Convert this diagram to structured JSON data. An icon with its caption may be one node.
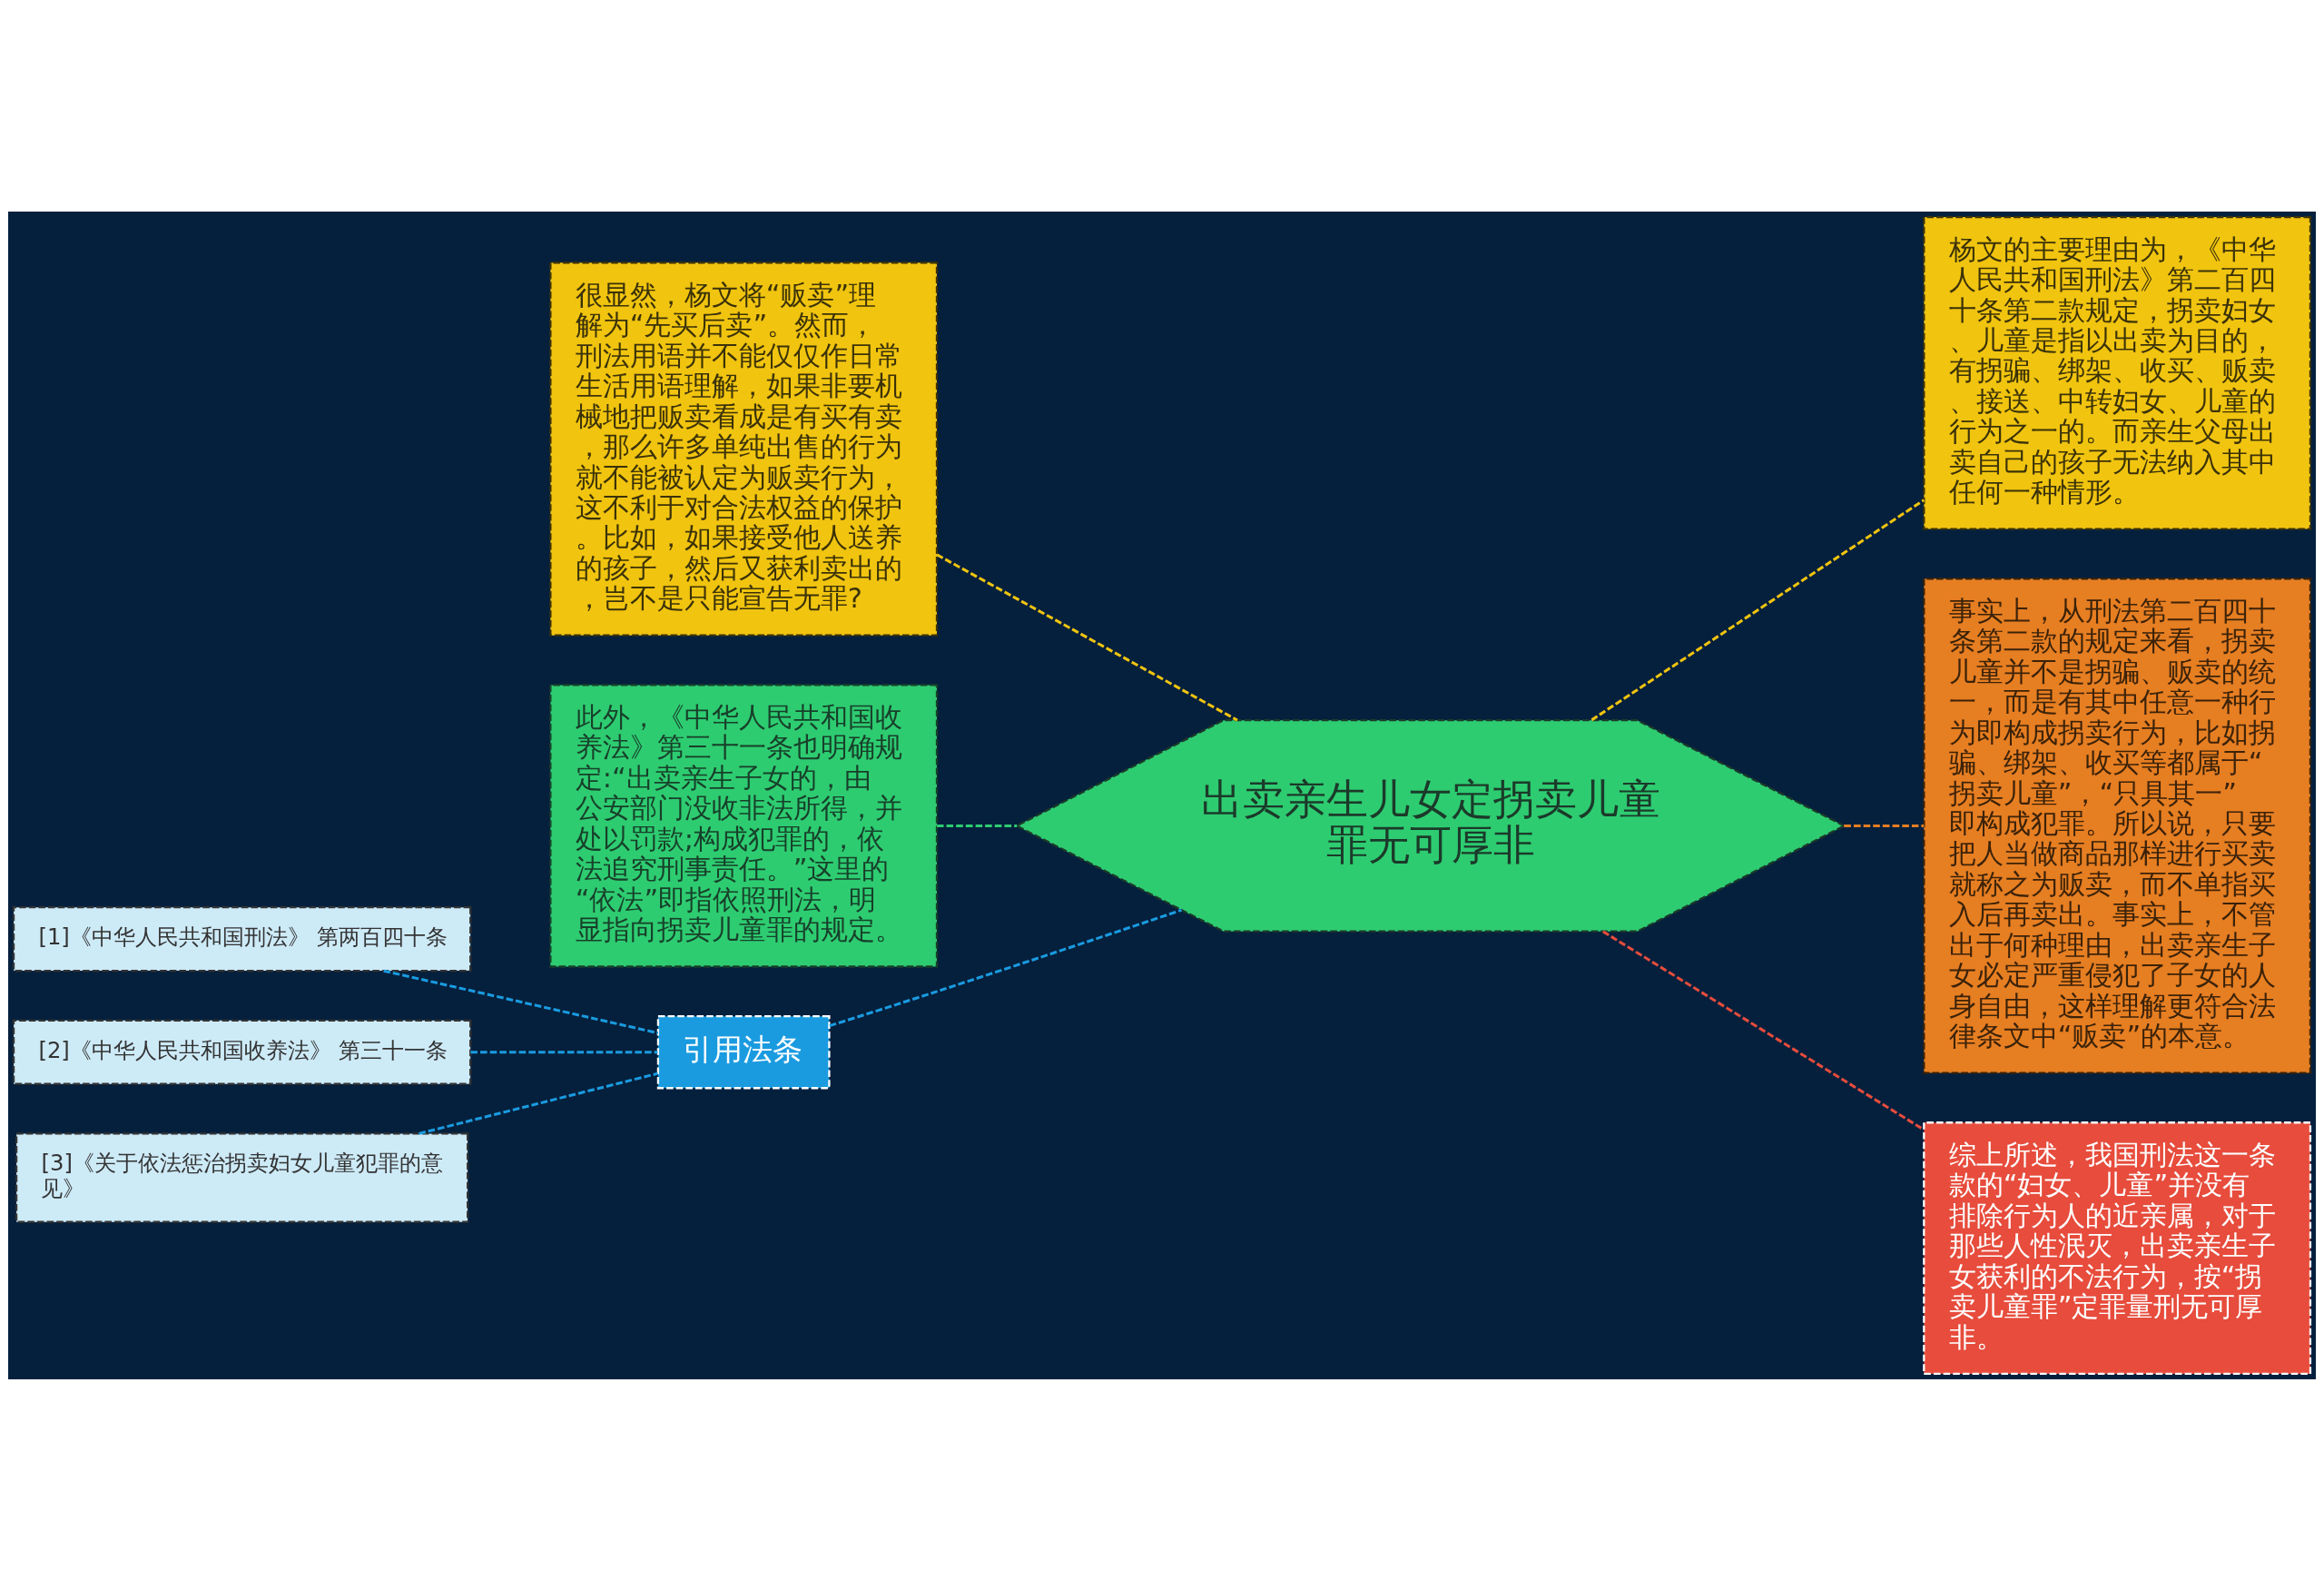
{
  "diagram": {
    "nodes": [
      {
        "text": [
          "出卖亲生儿女定拐卖儿童罪无可厚非"
        ]
      },
      {
        "text": [
          "很显然，杨文将“贩卖”理解为“先买后卖”。然而，刑法用语并不能仅仅作日常生活用语理解，如果非要机械地把贩卖看成是有买有卖，那么许多单纯出售的行为就不能被认定为贩卖行为，这不利于对合法权益的保护。比如，如果接受他人送养的孩子，然后又获利卖出的，岂不是只能宣告无罪?"
        ]
      },
      {
        "text": [
          "此外，《中华人民共和国收养法》第三十一条也明确规定:“出卖亲生子女的，由公安部门没收非法所得，并处以罚款;构成犯罪的，依法追究刑事责任。”这里的“依法”即指依照刑法，明显指向拐卖儿童罪的规定。"
        ]
      },
      {
        "text": [
          "引用法条"
        ]
      },
      {
        "text": [
          "[1]《中华人民共和国刑法》 第两百四十条"
        ]
      },
      {
        "text": [
          "[2]《中华人民共和国收养法》 第三十一条"
        ]
      },
      {
        "text": [
          "[3]《关于依法惩治拐卖妇女儿童犯罪的意见》"
        ]
      },
      {
        "text": [
          "杨文的主要理由为，《中华人民共和国刑法》第二百四十条第二款规定，拐卖妇女、儿童是指以出卖为目的，有拐骗、绑架、收买、贩卖、接送、中转妇女、儿童的行为之一的。而亲生父母出卖自己的孩子无法纳入其中任何一种情形。"
        ]
      },
      {
        "text": [
          "事实上，从刑法第二百四十条第二款的规定来看，拐卖儿童并不是拐骗、贩卖的统一，而是有其中任意一种行为即构成拐卖行为，比如拐骗、绑架、收买等都属于“拐卖儿童”，“只具其一”即构成犯罪。所以说，只要把人当做商品那样进行买卖就称之为贩卖，而不单指买入后再卖出。事实上，不管出于何种理由，出卖亲生子女必定严重侵犯了子女的人身自由，这样理解更符合法律条文中“贩卖”的本意。"
        ]
      },
      {
        "text": [
          "综上所述，我国刑法这一条款的“妇女、儿童”并没有排除行为人的近亲属，对于那些人性泯灭，出卖亲生子女获利的不法行为，按“拐卖儿童罪”定罪量刑无可厚非。"
        ]
      }
    ],
    "edges": [
      {
        "from": 0,
        "to": 1,
        "arrow": "none",
        "style": "dashed",
        "color": "#f1c40f"
      },
      {
        "from": 0,
        "to": 2,
        "arrow": "none",
        "style": "dashed",
        "color": "#2ecc71"
      },
      {
        "from": 0,
        "to": 3,
        "arrow": "none",
        "style": "dashed",
        "color": "#1a9be0"
      },
      {
        "from": 3,
        "to": 4,
        "arrow": "none",
        "style": "dashed",
        "color": "#1a9be0"
      },
      {
        "from": 3,
        "to": 5,
        "arrow": "none",
        "style": "dashed",
        "color": "#1a9be0"
      },
      {
        "from": 3,
        "to": 6,
        "arrow": "none",
        "style": "dashed",
        "color": "#1a9be0"
      },
      {
        "from": 0,
        "to": 7,
        "arrow": "none",
        "style": "dashed",
        "color": "#f1c40f"
      },
      {
        "from": 0,
        "to": 8,
        "arrow": "none",
        "style": "dashed",
        "color": "#e67e22"
      },
      {
        "from": 0,
        "to": 9,
        "arrow": "none",
        "style": "dashed",
        "color": "#e74c3c"
      }
    ]
  }
}
